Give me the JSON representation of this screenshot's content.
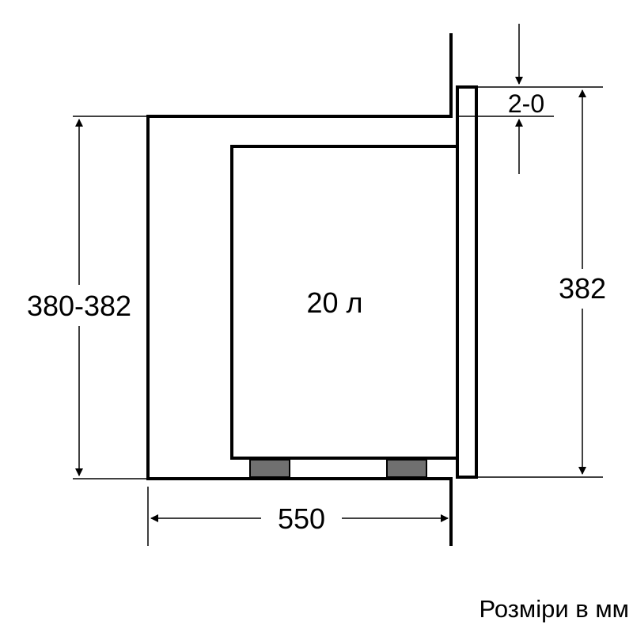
{
  "labels": {
    "niche_height": "380-382",
    "appliance_height": "382",
    "gap": "2-0",
    "depth": "550",
    "volume": "20 л",
    "units_note": "Розміри в мм"
  },
  "colors": {
    "line": "#000000",
    "foot": "#707070",
    "background": "#ffffff"
  }
}
